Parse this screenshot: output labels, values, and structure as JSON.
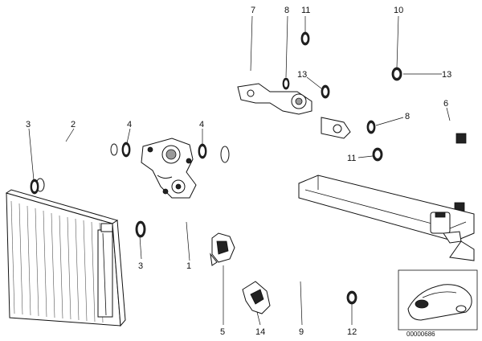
{
  "diagram": {
    "callouts": [
      {
        "id": "c7a",
        "text": "7"
      },
      {
        "id": "c8a",
        "text": "8"
      },
      {
        "id": "c11a",
        "text": "11"
      },
      {
        "id": "c10",
        "text": "10"
      },
      {
        "id": "c13a",
        "text": "13"
      },
      {
        "id": "c13b",
        "text": "13"
      },
      {
        "id": "c6",
        "text": "6"
      },
      {
        "id": "c8b",
        "text": "8"
      },
      {
        "id": "c11b",
        "text": "11"
      },
      {
        "id": "c3a",
        "text": "3"
      },
      {
        "id": "c2",
        "text": "2"
      },
      {
        "id": "c4a",
        "text": "4"
      },
      {
        "id": "c4b",
        "text": "4"
      },
      {
        "id": "c3b",
        "text": "3"
      },
      {
        "id": "c1",
        "text": "1"
      },
      {
        "id": "c5",
        "text": "5"
      },
      {
        "id": "c14",
        "text": "14"
      },
      {
        "id": "c9",
        "text": "9"
      },
      {
        "id": "c12",
        "text": "12"
      }
    ],
    "inset_reference": "00000686"
  }
}
